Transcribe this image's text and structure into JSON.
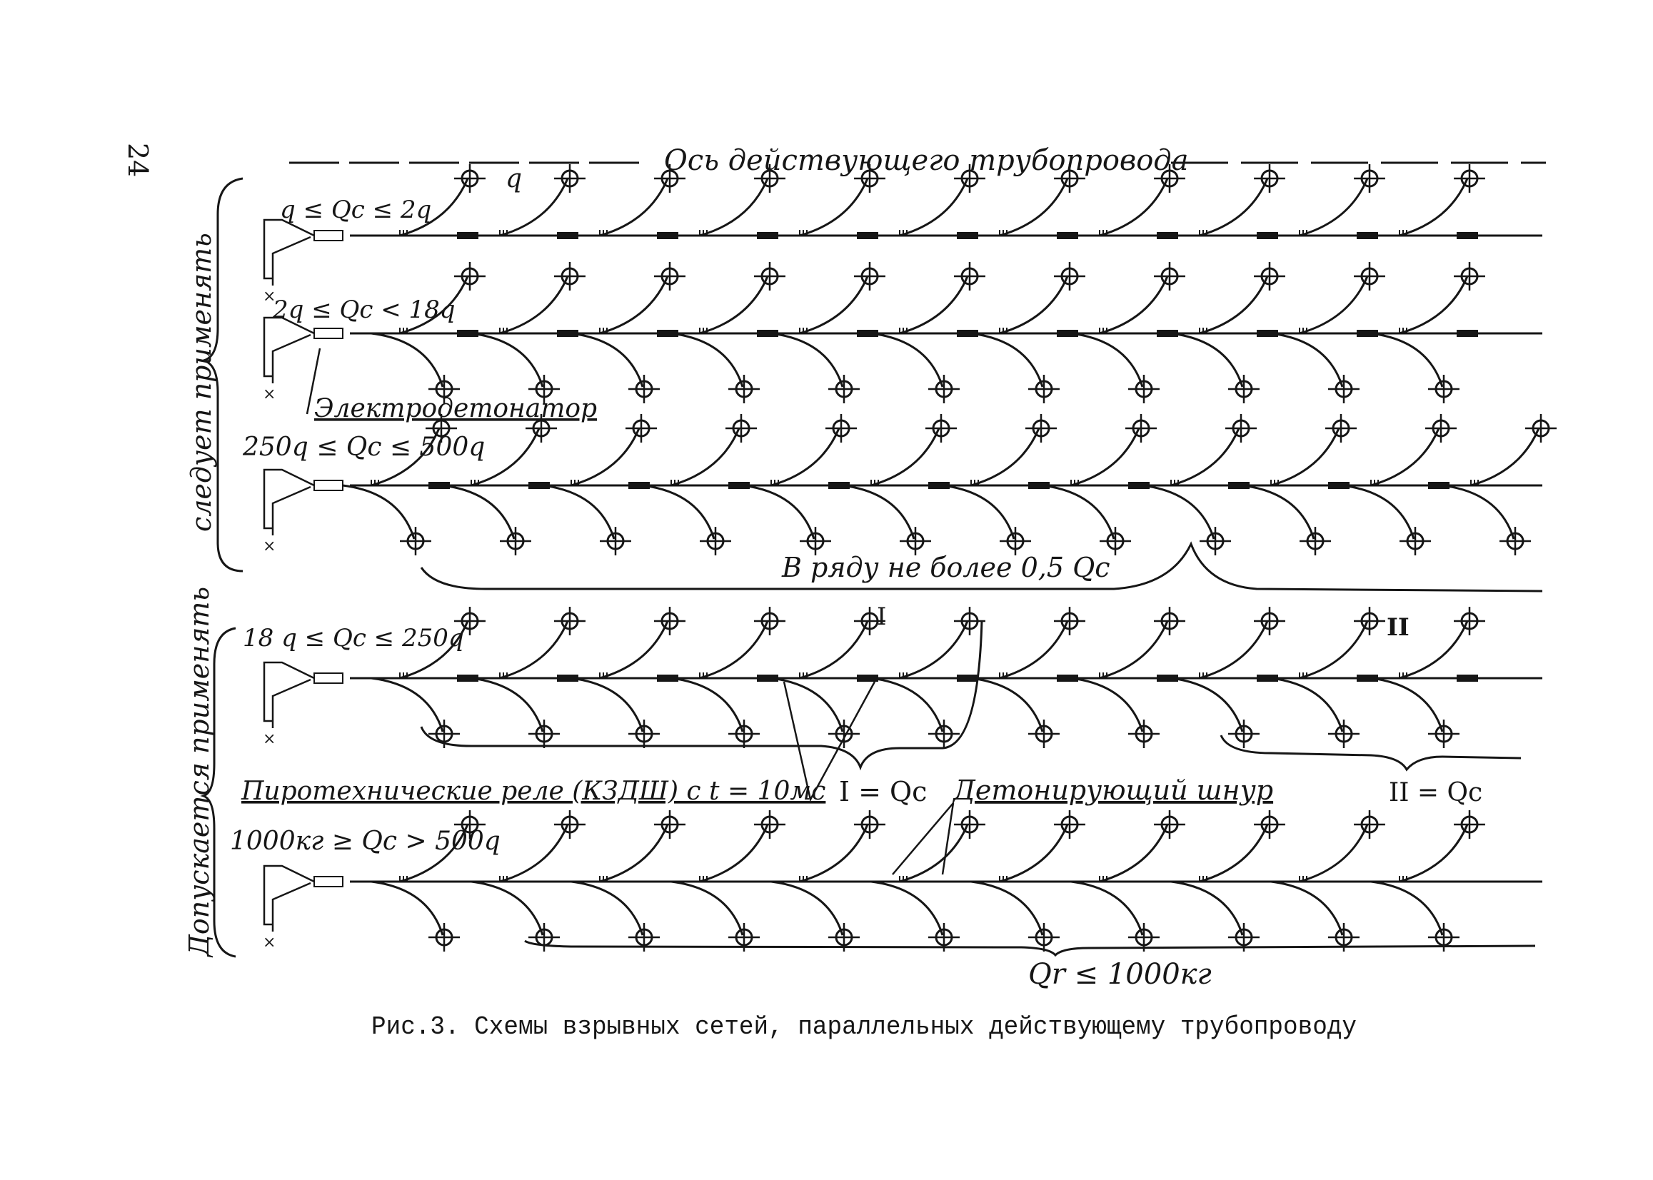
{
  "page_number": "24",
  "colors": {
    "ink": "#161616",
    "paper": "#ffffff"
  },
  "axis_label": "Ось действующего трубопровода",
  "side_labels": {
    "recommended": "следует применять",
    "allowed": "Допускается применять"
  },
  "rows": [
    {
      "condition": "q ≤ Qc ≤ 2q",
      "charge_symbol": "q"
    },
    {
      "condition": "2q ≤ Qc < 18q"
    },
    {
      "condition": "250q ≤ Qc ≤ 500q"
    },
    {
      "condition": "18 q ≤ Qc ≤ 250q"
    },
    {
      "condition": "1000кг ≥ Qc > 500q"
    }
  ],
  "callouts": {
    "detonator": "Электродетонатор",
    "row_limit": "В ряду не более 0,5 Qc",
    "group_one": "I",
    "group_two": "II",
    "relay": "Пиротехнические реле (КЗДШ) с t = 10мс",
    "group_one_eq": "I = Qc",
    "cord": "Детонирующий шнур",
    "group_two_eq": "II = Qc",
    "total_limit": "Qr ≤ 1000кг"
  },
  "caption": "Рис.3. Схемы взрывных сетей, параллельных действующему трубопроводу"
}
